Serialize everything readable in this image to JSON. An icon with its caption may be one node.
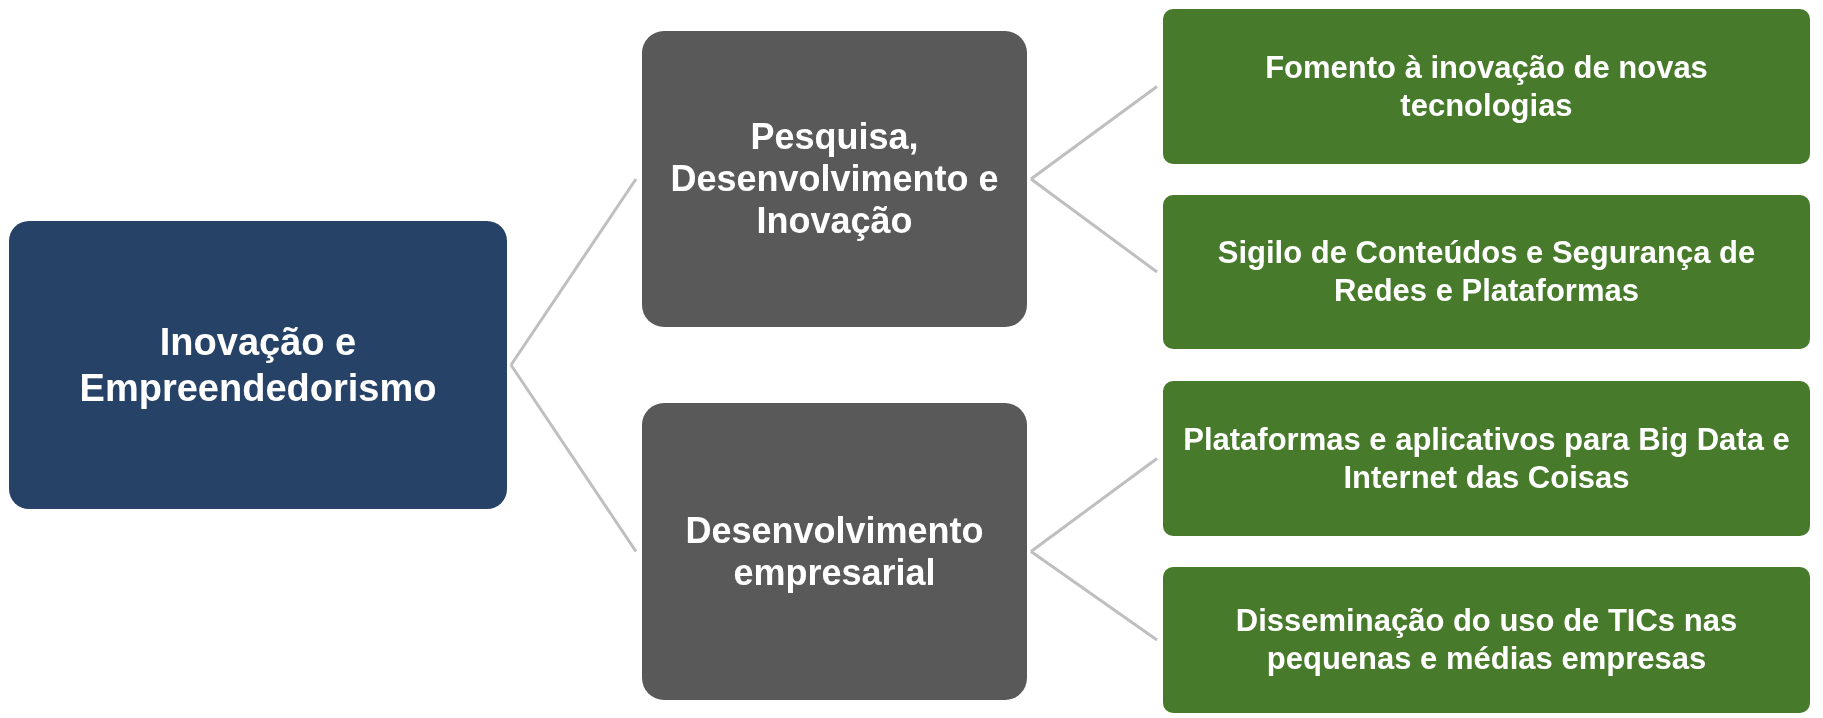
{
  "diagram": {
    "nodes": [
      {
        "text": [
          "Inovação e Empreendedorismo"
        ]
      },
      {
        "text": [
          "Pesquisa, Desenvolvimento e Inovação"
        ]
      },
      {
        "text": [
          "Desenvolvimento empresarial"
        ]
      },
      {
        "text": [
          "Fomento à inovação de novas tecnologias"
        ]
      },
      {
        "text": [
          "Sigilo de Conteúdos e Segurança de Redes e Plataformas"
        ]
      },
      {
        "text": [
          "Plataformas e aplicativos para Big Data e Internet das Coisas"
        ]
      },
      {
        "text": [
          "Disseminação do uso de TICs nas pequenas e médias empresas"
        ]
      }
    ],
    "edges": [
      {
        "from": 0,
        "to": 1,
        "arrow": "none"
      },
      {
        "from": 0,
        "to": 2,
        "arrow": "none"
      },
      {
        "from": 1,
        "to": 3,
        "arrow": "none"
      },
      {
        "from": 1,
        "to": 4,
        "arrow": "none"
      },
      {
        "from": 2,
        "to": 5,
        "arrow": "none"
      },
      {
        "from": 2,
        "to": 6,
        "arrow": "none"
      }
    ]
  }
}
